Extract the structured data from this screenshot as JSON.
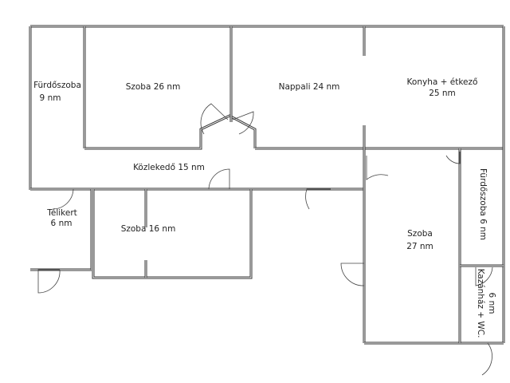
{
  "rooms": {
    "furdoszoba_1": {
      "name": "Fürdőszoba",
      "area": "9 nm"
    },
    "szoba_26": {
      "label": "Szoba 26 nm"
    },
    "nappali": {
      "label": "Nappali 24 nm"
    },
    "konyha": {
      "name": "Konyha + étkező",
      "area": "25 nm"
    },
    "kozlekedo": {
      "label": "Közlekedő 15 nm"
    },
    "telikert": {
      "name": "Télikert",
      "area": "6 nm"
    },
    "szoba_16": {
      "label": "Szoba 16 nm"
    },
    "szoba_27": {
      "name": "Szoba",
      "area": "27 nm"
    },
    "furdoszoba_2": {
      "label": "Fürdőszoba 6 nm"
    },
    "kazanhaz": {
      "name": "Kazánház + WC.",
      "area": "6 nm"
    }
  }
}
